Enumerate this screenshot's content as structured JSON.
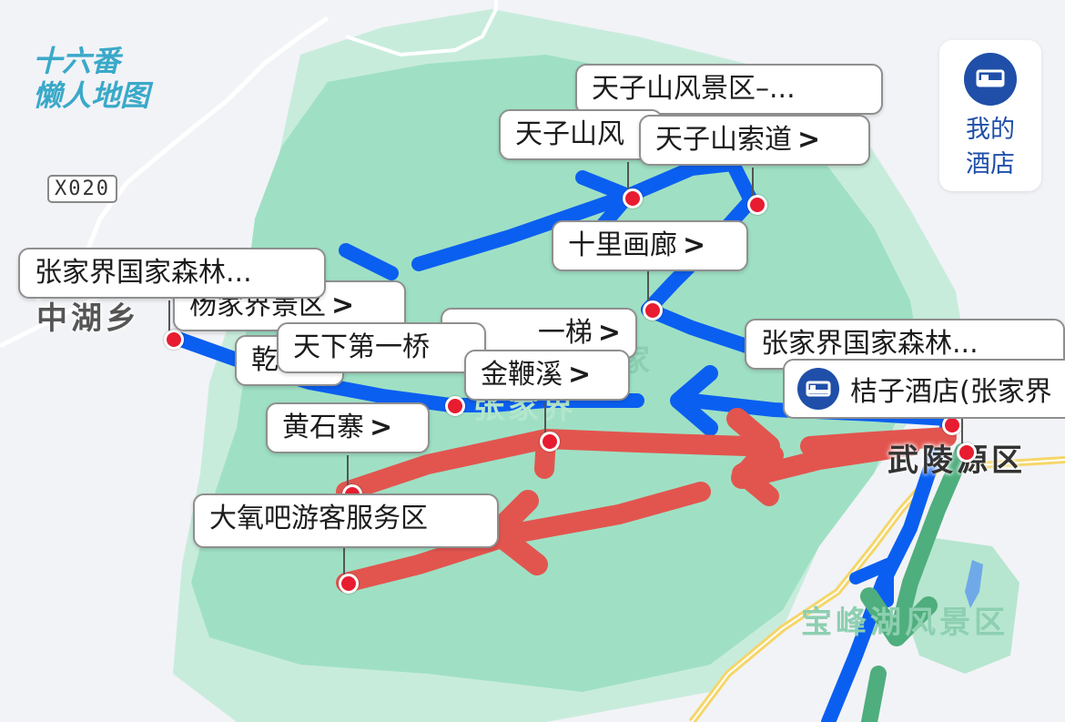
{
  "brand": {
    "line1": "十六番",
    "line2": "懒人地图"
  },
  "road_shield": "X020",
  "area_labels": {
    "zhonghu": "中湖乡",
    "baofeng": "宝峰湖风景区",
    "wulingyuan": "武陵源区",
    "jia": "家",
    "jiajie": "张家界"
  },
  "hotel_button": {
    "line1": "我的",
    "line2": "酒店",
    "icon": "bed-icon"
  },
  "hotel": {
    "name": "桔子酒店(张家界",
    "icon": "bed-icon"
  },
  "pois": {
    "tianzishan_scenic": "天子山风景区–...",
    "tianzishan_feng": "天子山风",
    "tianzishan_ropeway": "天子山索道",
    "shili_hualang": "十里画廊",
    "forest_park_nw": "张家界国家森林...",
    "yangjiajie": "杨家界景区",
    "qian": "乾",
    "tianxia_diyiqiao": "天下第一桥",
    "tianti": "一梯",
    "jinbianxi": "金鞭溪",
    "huangshizhai": "黄石寨",
    "dayangba": "大氧吧游客服务区",
    "forest_park_e": "张家界国家森林..."
  },
  "chevron": ">",
  "colors": {
    "background": "#f2f3f7",
    "park_green": "#9fe0c4",
    "park_green_light": "#c8ecdc",
    "route_blue": "#0b5ff0",
    "route_red": "#e2554f",
    "route_green": "#4fae7d",
    "pin_red": "#e81c30",
    "road_yellow": "#f5d66a",
    "brand_teal": "#3aa9c9",
    "hotel_blue": "#1f4fa8"
  }
}
